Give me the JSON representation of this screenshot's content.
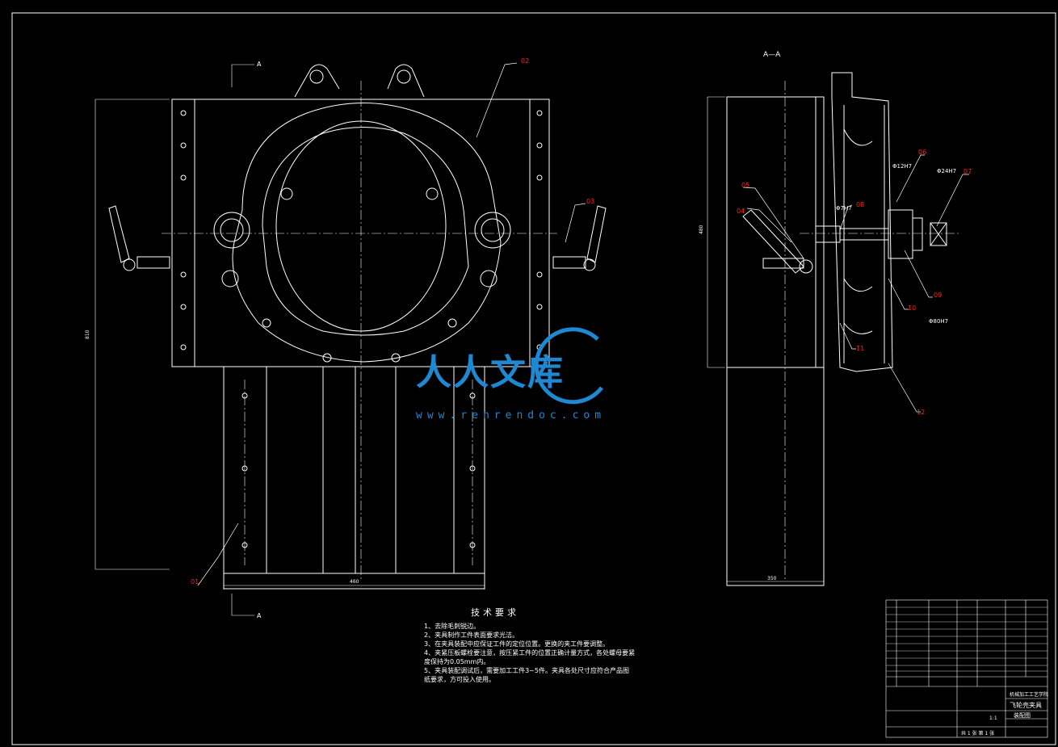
{
  "drawing": {
    "section_label": "A—A",
    "cut_mark_top": "A",
    "cut_mark_bottom": "A",
    "colors": {
      "line": "#ffffff",
      "center": "#ffffff",
      "leader": "#ffffff",
      "balloon": "#ff2222",
      "dim": "#ffffff",
      "watermark": "#1e88d2"
    }
  },
  "balloons": {
    "b01": "01",
    "b02": "02",
    "b03": "03",
    "b04": "04",
    "b05": "05",
    "b06": "06",
    "b07": "07",
    "b08": "08",
    "b09": "09",
    "b10": "10",
    "b11": "11",
    "b12": "12"
  },
  "dimensions": {
    "width_front": "460",
    "height_front": "810",
    "width_side": "350",
    "height_side": "480",
    "dia1": "Φ12H7",
    "dia2": "Φ24H7",
    "dia3": "Φ7H7",
    "dia4": "Φ80H7"
  },
  "tech_requirements": {
    "title": "技术要求",
    "items": [
      "1、去除毛刺锐边。",
      "2、夹具制作工件表面要求光洁。",
      "3、在夹具装配中应保证工件的定位位置。更换的夹工件要调整。",
      "4、夹紧压板螺栓要注意，按压紧工件的位置正确计量方式，各处螺母要紧",
      "   度保持为0.05mm内。",
      "5、夹具装配调试后，需要加工工件3~5件。夹具各处尺寸应符合产品图",
      "   纸要求，方可投入使用。"
    ]
  },
  "title_block": {
    "drawing_name": "飞轮壳夹具",
    "drawing_type": "装配图",
    "school": "机械加工工艺学院",
    "sheet_info": "共 1 张  第 1 张",
    "scale": "1:1"
  },
  "watermark": {
    "text": "人人文库",
    "url": "www.renrendoc.com"
  }
}
